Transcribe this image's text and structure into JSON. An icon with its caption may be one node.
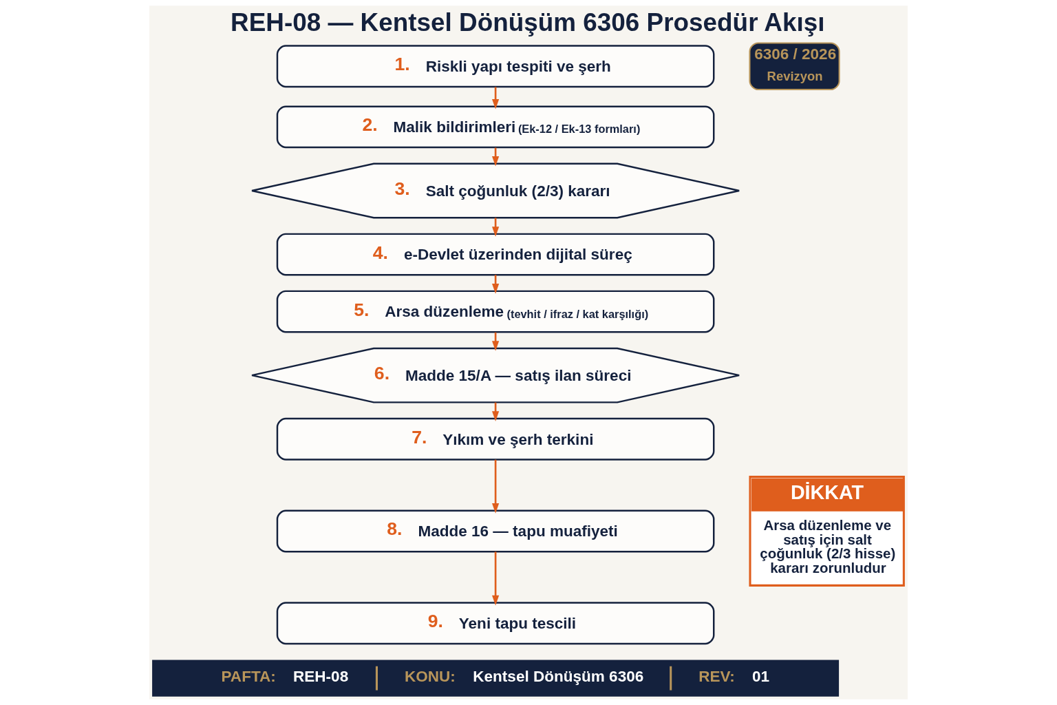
{
  "diagram": {
    "title": "REH-08 — Kentsel Dönüşüm 6306 Prosedür Akışı",
    "nodes": [
      {
        "text": [
          "1.",
          "Riskli yapı tespiti ve şerh"
        ]
      },
      {
        "text": [
          "2.",
          "Malik bildirimleri",
          "(Ek-12 / Ek-13 formları)"
        ]
      },
      {
        "text": [
          "3.",
          "Salt çoğunluk (2/3) kararı"
        ]
      },
      {
        "text": [
          "4.",
          "e-Devlet üzerinden dijital süreç"
        ]
      },
      {
        "text": [
          "5.",
          "Arsa düzenleme",
          "(tevhit / ifraz / kat karşılığı)"
        ]
      },
      {
        "text": [
          "6.",
          "Madde 15/A — satış ilan süreci"
        ]
      },
      {
        "text": [
          "7.",
          "Yıkım ve şerh terkini"
        ]
      },
      {
        "text": [
          "8.",
          "Madde 16 — tapu muafiyeti"
        ]
      },
      {
        "text": [
          "9.",
          "Yeni tapu tescili"
        ]
      },
      {
        "text": [
          "DİKKAT",
          "Arsa düzenleme ve satış için salt çoğunluk (2/3 hisse) kararı zorunludur"
        ]
      }
    ],
    "edges": [
      {
        "from": 0,
        "to": 1,
        "arrow": "to"
      },
      {
        "from": 1,
        "to": 2,
        "arrow": "to"
      },
      {
        "from": 2,
        "to": 3,
        "arrow": "to"
      },
      {
        "from": 3,
        "to": 4,
        "arrow": "to"
      },
      {
        "from": 4,
        "to": 5,
        "arrow": "to"
      },
      {
        "from": 5,
        "to": 6,
        "arrow": "to"
      },
      {
        "from": 6,
        "to": 7,
        "arrow": "to"
      },
      {
        "from": 7,
        "to": 8,
        "arrow": "to"
      }
    ],
    "labels": [
      "6306 / 2026",
      "Revizyon",
      "PAFTA:",
      "REH-08",
      "KONU:",
      "Kentsel Dönüşüm 6306",
      "REV:",
      "01"
    ]
  }
}
